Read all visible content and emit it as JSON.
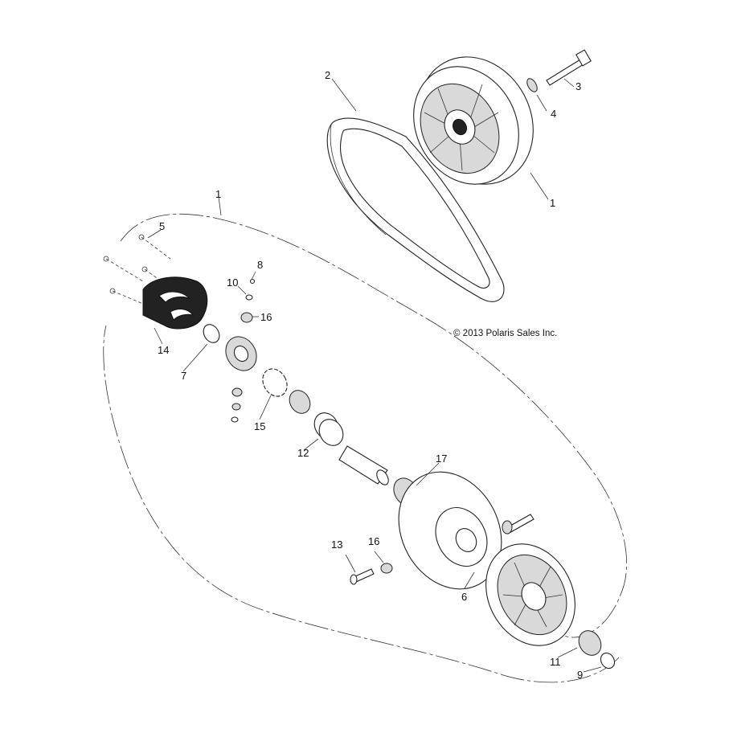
{
  "callouts": {
    "c1_top": "1",
    "c1_left": "1",
    "c2": "2",
    "c3": "3",
    "c4": "4",
    "c5": "5",
    "c6": "6",
    "c7": "7",
    "c8": "8",
    "c9": "9",
    "c10": "10",
    "c11": "11",
    "c12": "12",
    "c13": "13",
    "c14": "14",
    "c15": "15",
    "c16_a": "16",
    "c16_b": "16",
    "c17": "17"
  },
  "copyright": "© 2013 Polaris Sales Inc."
}
